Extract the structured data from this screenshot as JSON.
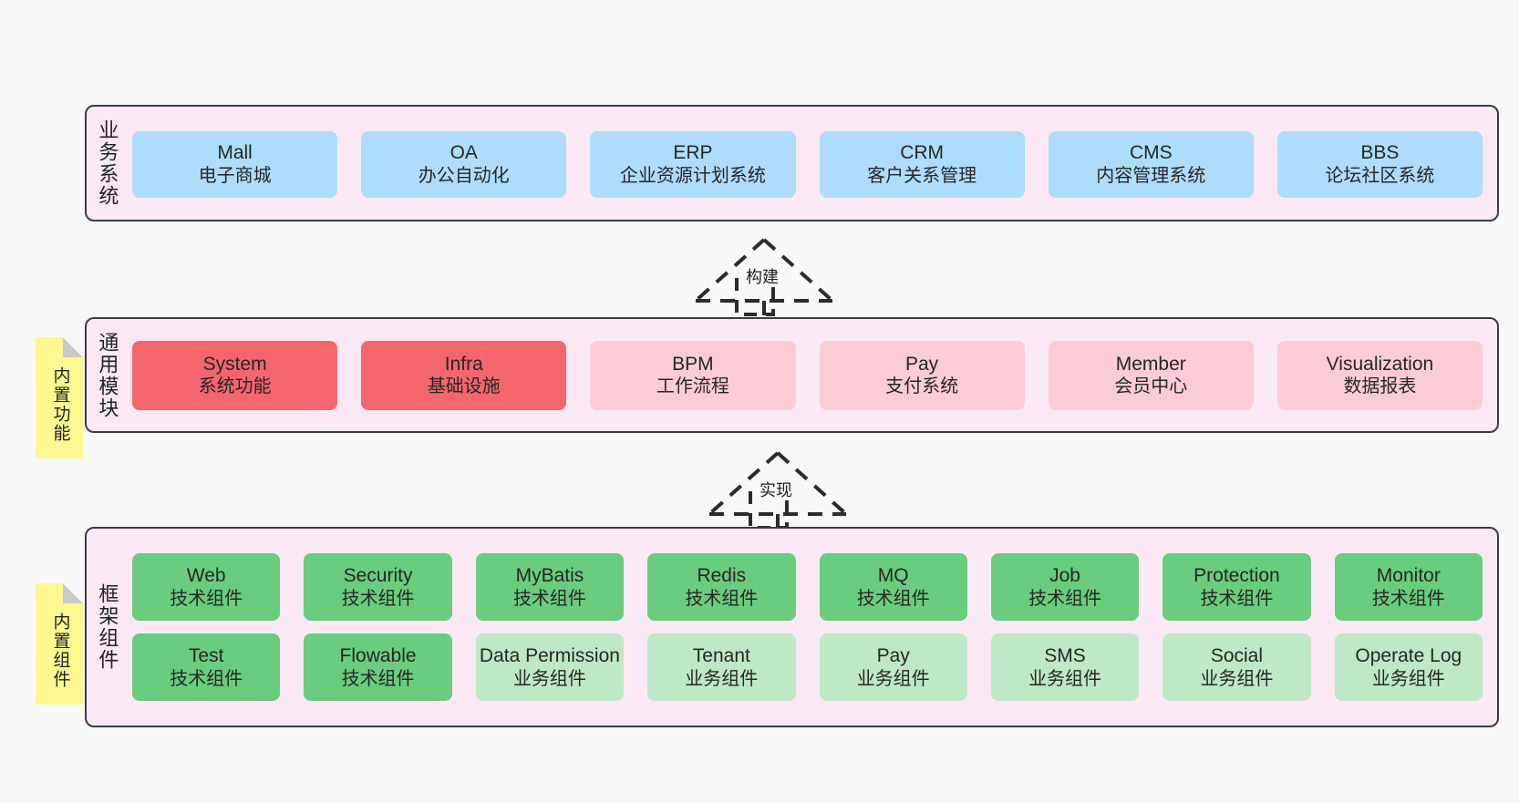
{
  "layers": [
    {
      "id": "business",
      "title": "业务系统",
      "rows": [
        {
          "cards": [
            {
              "en": "Mall",
              "cn": "电子商城",
              "style": "c-blue"
            },
            {
              "en": "OA",
              "cn": "办公自动化",
              "style": "c-blue"
            },
            {
              "en": "ERP",
              "cn": "企业资源计划系统",
              "style": "c-blue"
            },
            {
              "en": "CRM",
              "cn": "客户关系管理",
              "style": "c-blue"
            },
            {
              "en": "CMS",
              "cn": "内容管理系统",
              "style": "c-blue"
            },
            {
              "en": "BBS",
              "cn": "论坛社区系统",
              "style": "c-blue"
            }
          ]
        }
      ]
    },
    {
      "id": "common",
      "title": "通用模块",
      "rows": [
        {
          "cards": [
            {
              "en": "System",
              "cn": "系统功能",
              "style": "c-red"
            },
            {
              "en": "Infra",
              "cn": "基础设施",
              "style": "c-red"
            },
            {
              "en": "BPM",
              "cn": "工作流程",
              "style": "c-pink"
            },
            {
              "en": "Pay",
              "cn": "支付系统",
              "style": "c-pink"
            },
            {
              "en": "Member",
              "cn": "会员中心",
              "style": "c-pink"
            },
            {
              "en": "Visualization",
              "cn": "数据报表",
              "style": "c-pink"
            }
          ]
        }
      ]
    },
    {
      "id": "frame",
      "title": "框架组件",
      "rows": [
        {
          "cards": [
            {
              "en": "Web",
              "cn": "技术组件",
              "style": "c-green"
            },
            {
              "en": "Security",
              "cn": "技术组件",
              "style": "c-green"
            },
            {
              "en": "MyBatis",
              "cn": "技术组件",
              "style": "c-green"
            },
            {
              "en": "Redis",
              "cn": "技术组件",
              "style": "c-green"
            },
            {
              "en": "MQ",
              "cn": "技术组件",
              "style": "c-green"
            },
            {
              "en": "Job",
              "cn": "技术组件",
              "style": "c-green"
            },
            {
              "en": "Protection",
              "cn": "技术组件",
              "style": "c-green"
            },
            {
              "en": "Monitor",
              "cn": "技术组件",
              "style": "c-green"
            }
          ]
        },
        {
          "cards": [
            {
              "en": "Test",
              "cn": "技术组件",
              "style": "c-green"
            },
            {
              "en": "Flowable",
              "cn": "技术组件",
              "style": "c-green"
            },
            {
              "en": "Data Permission",
              "cn": "业务组件",
              "style": "c-green-light"
            },
            {
              "en": "Tenant",
              "cn": "业务组件",
              "style": "c-green-light"
            },
            {
              "en": "Pay",
              "cn": "业务组件",
              "style": "c-green-light"
            },
            {
              "en": "SMS",
              "cn": "业务组件",
              "style": "c-green-light"
            },
            {
              "en": "Social",
              "cn": "业务组件",
              "style": "c-green-light"
            },
            {
              "en": "Operate Log",
              "cn": "业务组件",
              "style": "c-green-light"
            }
          ]
        }
      ]
    }
  ],
  "notes": [
    {
      "id": "note-common",
      "text": "内置功能"
    },
    {
      "id": "note-frame",
      "text": "内置组件"
    }
  ],
  "arrows": [
    {
      "id": "arrow-build",
      "label": "构建"
    },
    {
      "id": "arrow-realize",
      "label": "实现"
    }
  ],
  "colors": {
    "panel_bg": "#fae9f4",
    "panel_border": "#3b3b47",
    "canvas_bg": "#f8f8f8",
    "blue": "#aeddfb",
    "red": "#f4666e",
    "pink": "#fbccd6",
    "green": "#69cc7f",
    "green_light": "#bfe8c6",
    "note_yellow": "#fdf88f",
    "note_fold": "#c9c9c9",
    "arrow": "#2b2b2b"
  }
}
